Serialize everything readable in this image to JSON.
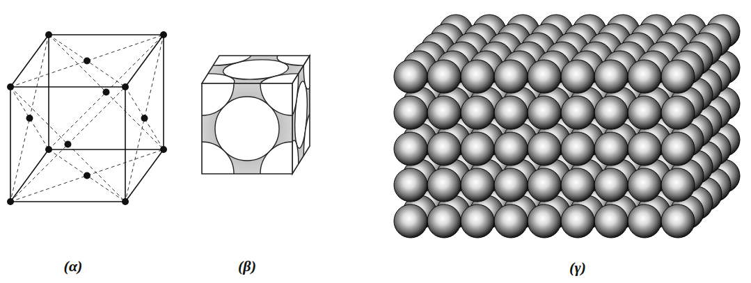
{
  "diagram": {
    "labels": [
      "(α)",
      "(β)",
      "(γ)"
    ]
  }
}
